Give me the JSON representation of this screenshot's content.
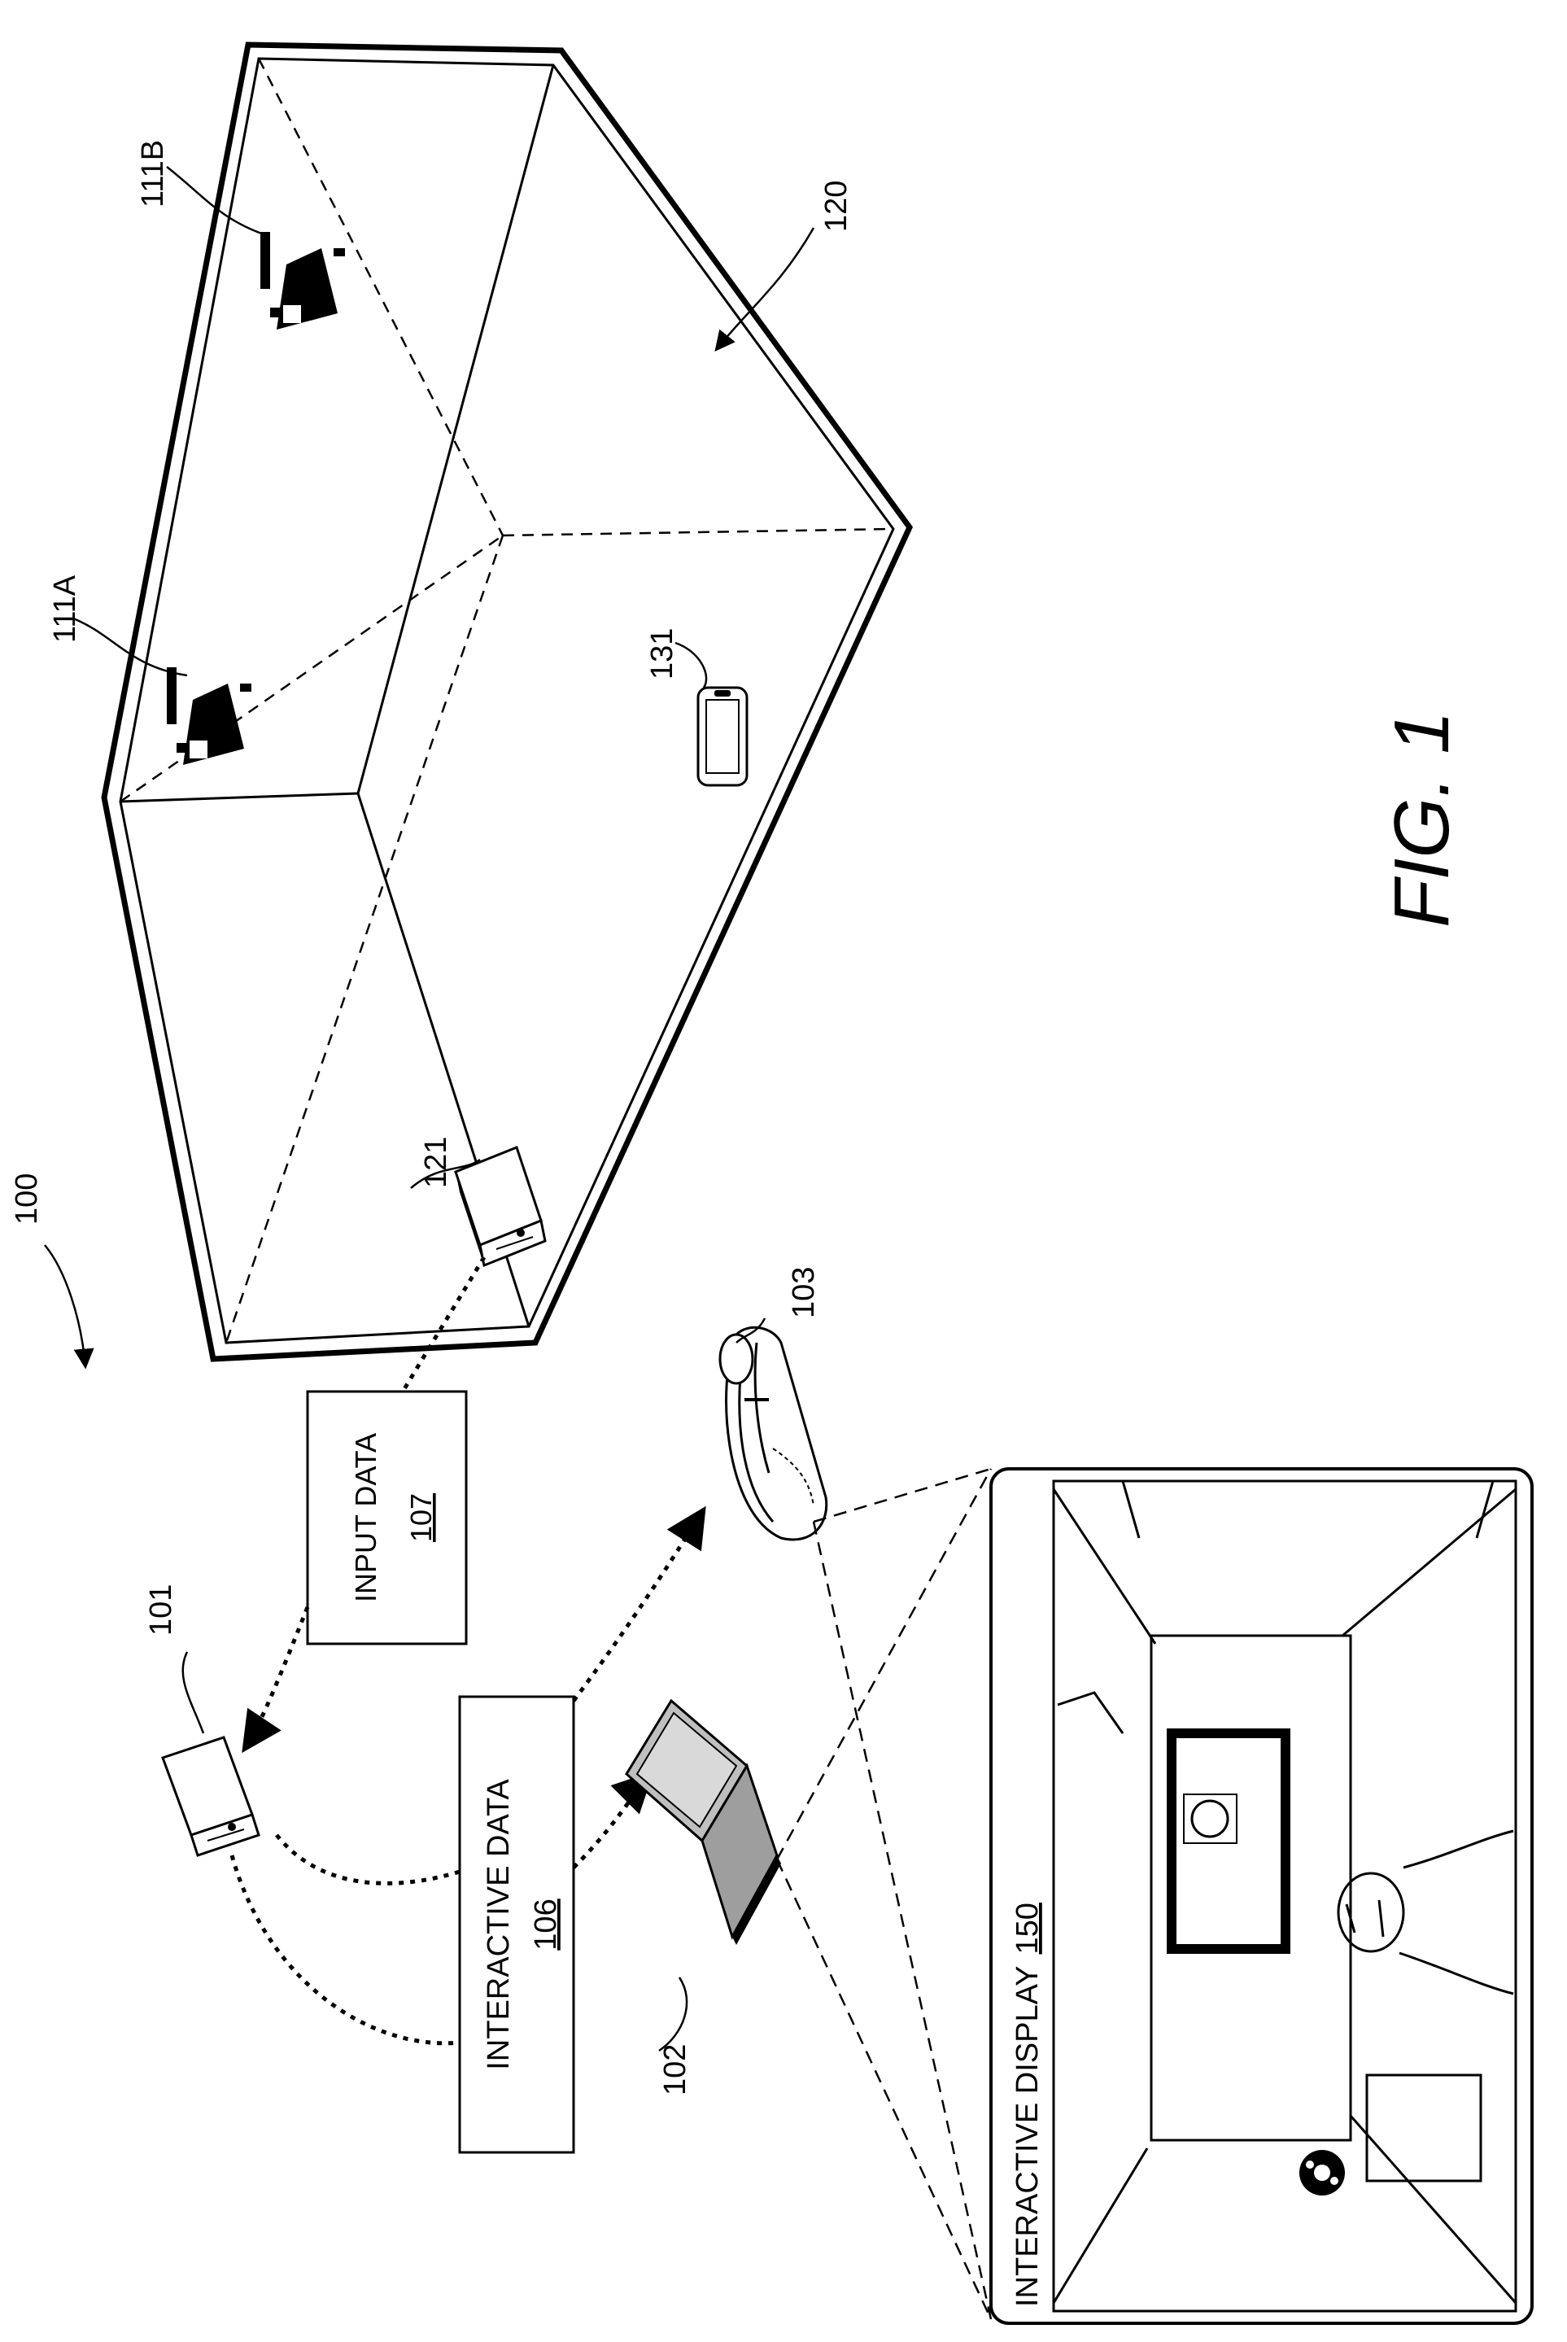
{
  "figure": {
    "caption": "FIG. 1",
    "system_label": "100"
  },
  "labels": {
    "server_101": "101",
    "laptop_102": "102",
    "headset_103": "103",
    "interactive_data": "INTERACTIVE DATA",
    "interactive_data_ref": "106",
    "input_data": "INPUT DATA",
    "input_data_ref": "107",
    "camera_a": "111A",
    "camera_b": "111B",
    "room_120": "120",
    "server_121": "121",
    "phone_131": "131",
    "interactive_display": "INTERACTIVE DISPLAY",
    "interactive_display_ref": "150"
  },
  "icons": [
    "server-icon",
    "laptop-icon",
    "headset-icon",
    "camera-icon",
    "phone-icon",
    "person-icon",
    "robot-icon"
  ]
}
